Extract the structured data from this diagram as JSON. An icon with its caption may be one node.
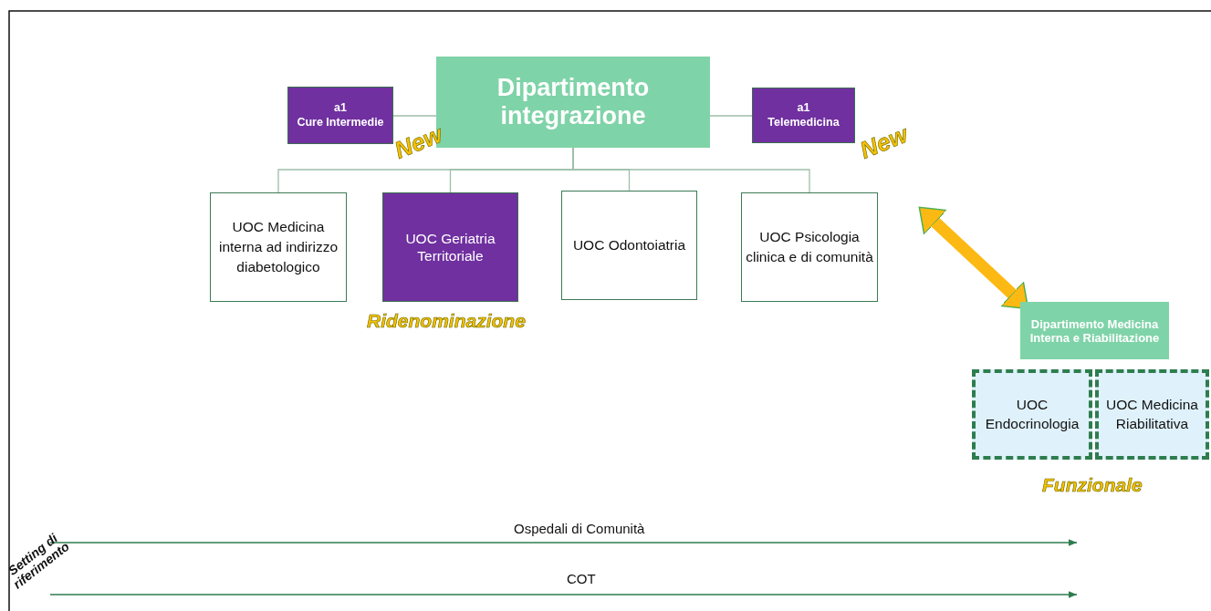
{
  "diagram": {
    "nodes": [
      {
        "text": [
          "Dipartimento integrazione"
        ]
      },
      {
        "text": [
          "a1",
          "Cure Intermedie"
        ],
        "beside": [
          "New"
        ]
      },
      {
        "text": [
          "a1",
          "Telemedicina"
        ],
        "beside": [
          "New"
        ]
      },
      {
        "text": [
          "UOC Medicina interna ad indirizzo diabetologico"
        ]
      },
      {
        "text": [
          "UOC Geriatria Territoriale"
        ],
        "beside": [
          "Ridenominazione"
        ]
      },
      {
        "text": [
          "UOC Odontoiatria"
        ]
      },
      {
        "text": [
          "UOC Psicologia clinica e di comunità"
        ]
      },
      {
        "text": [
          "Dipartimento Medicina Interna e Riabilitazione"
        ]
      },
      {
        "text": [
          "UOC Endocrinologia"
        ]
      },
      {
        "text": [
          "UOC Medicina Riabilitativa"
        ]
      }
    ],
    "edges": [
      {
        "from": 1,
        "to": 0,
        "arrow": "none"
      },
      {
        "from": 0,
        "to": 2,
        "arrow": "none"
      },
      {
        "from": 0,
        "to": 3,
        "arrow": "none"
      },
      {
        "from": 0,
        "to": 4,
        "arrow": "none"
      },
      {
        "from": 0,
        "to": 5,
        "arrow": "none"
      },
      {
        "from": 0,
        "to": 6,
        "arrow": "none"
      },
      {
        "from": 6,
        "to": 7,
        "arrow": "both",
        "style": "thick",
        "color": "#fdb913"
      }
    ],
    "labels": [
      "Funzionale",
      "Setting di riferimento",
      "Ospedali di Comunità",
      "COT"
    ]
  }
}
